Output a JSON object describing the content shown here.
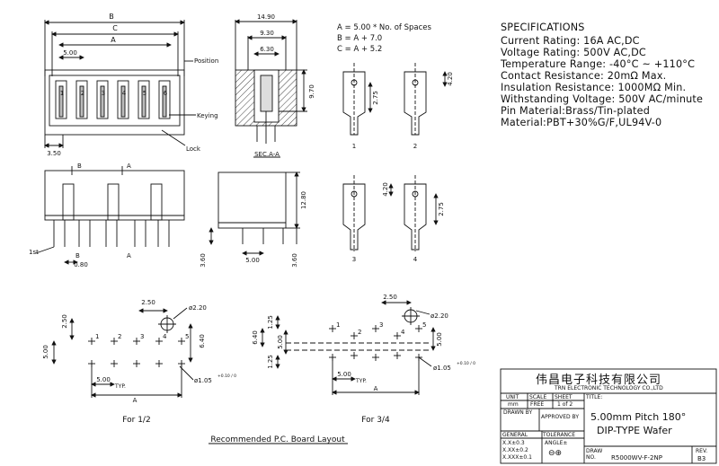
{
  "formula": {
    "a": "A = 5.00 * No. of Spaces",
    "b": "B = A + 7.0",
    "c": "C = A + 5.2"
  },
  "specifications": {
    "heading": "SPECIFICATIONS",
    "lines": [
      "Current Rating: 16A AC,DC",
      "Voltage Rating: 500V AC,DC",
      "Temperature Range: -40°C ~ +110°C",
      "Contact Resistance: 20mΩ Max.",
      "Insulation Resistance: 1000MΩ Min.",
      "Withstanding Voltage: 500V AC/minute",
      "Pin Material:Brass/Tin-plated",
      "Material:PBT+30%G/F,UL94V-0"
    ]
  },
  "front_view": {
    "dim_b": "B",
    "dim_c": "C",
    "dim_a": "A",
    "pitch": "5.00",
    "bottom": "3.50",
    "position_label": "Position",
    "keying_label": "Keying",
    "lock_label": "Lock",
    "pin_numbers": [
      "1",
      "2",
      "3",
      "4",
      "5",
      "6"
    ]
  },
  "section_view": {
    "width_total": "14.90",
    "width_mid": "9.30",
    "width_inner": "6.30",
    "height": "9.70",
    "caption": "SEC.A-A"
  },
  "pin_types": {
    "dim_275": "2.75",
    "dim_420": "4.20",
    "labels": [
      "1",
      "2",
      "3",
      "4"
    ]
  },
  "bottom_view": {
    "marker_b": "B",
    "marker_a": "A",
    "first_label": "1st",
    "pin_width": "0.80"
  },
  "side_view": {
    "height": "12.80",
    "pitch": "5.00",
    "left_tail": "3.60",
    "right_tail": "3.60"
  },
  "pcb_layout_1_2": {
    "offset_x": "2.50",
    "hole": "ø2.20",
    "offset_y": "2.50",
    "row_gap": "5.00",
    "key_offset": "6.40",
    "pitch_typ": "5.00",
    "typ": "TYP.",
    "dim_a": "A",
    "pin_hole": "ø1.05",
    "tol": "+0.10 / 0",
    "pin_numbers": [
      "1",
      "2",
      "3",
      "4",
      "5"
    ],
    "caption": "For 1/2"
  },
  "pcb_layout_3_4": {
    "offset_x": "2.50",
    "hole": "ø2.20",
    "offset_y": "1.25",
    "key_offset": "6.40",
    "row_gap": "5.00",
    "row_gap_right": "5.00",
    "bottom_offset": "1.25",
    "pitch_typ": "5.00",
    "typ": "TYP.",
    "dim_a": "A",
    "pin_hole": "ø1.05",
    "tol": "+0.10 / 0",
    "pin_numbers": [
      "1",
      "2",
      "3",
      "4",
      "5"
    ],
    "caption": "For 3/4"
  },
  "footer_note": "Recommended P.C. Board Layout",
  "title_block": {
    "company_cn": "伟昌电子科技有限公司",
    "company_en": "TRN ELECTRONIC TECHNOLOGY CO.,LTD",
    "unit_label": "UNIT",
    "unit_value": "mm",
    "scale_label": "SCALE",
    "scale_value": "FREE",
    "sheet_label": "SHEET",
    "sheet_value": "1 of 2",
    "title_label": "TITLE:",
    "title_line1": "5.00mm Pitch 180°",
    "title_line2": "DIP-TYPE Wafer",
    "drawn_by": "DRAWN BY",
    "approved_by": "APPROVED BY",
    "general": "GENERAL",
    "tolerance": "TOLERANCE",
    "tol_x": "X.X±0.3",
    "tol_xx": "X.XX±0.2",
    "tol_xxx": "X.XXX±0.1",
    "angle": "ANGLE±",
    "draw_no_label": "DRAW NO.",
    "draw_no": "R5000WV-F-2NP",
    "rev_label": "REV.",
    "rev": "B3"
  }
}
